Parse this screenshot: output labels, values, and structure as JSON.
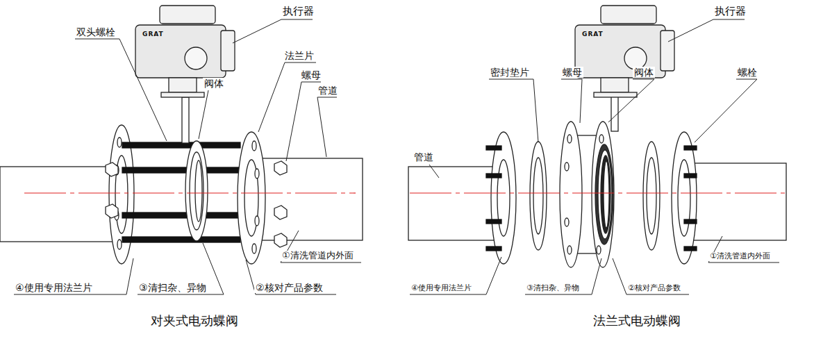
{
  "diagram": {
    "labels": [
      "执行器",
      "GRAT",
      "双头螺栓",
      "阀体",
      "法兰片",
      "螺母",
      "管道",
      "①清洗管道内外面",
      "④使用专用法兰片",
      "③清扫杂、异物",
      "②核对产品参数",
      "对夹式电动蝶阀",
      "执行器",
      "GRAT",
      "管道",
      "密封垫片",
      "螺母",
      "阀体",
      "螺栓",
      "①清洗管道内外面",
      "④使用专用法兰片",
      "③清扫杂、异物",
      "②核对产品参数",
      "法兰式电动蝶阀"
    ]
  }
}
